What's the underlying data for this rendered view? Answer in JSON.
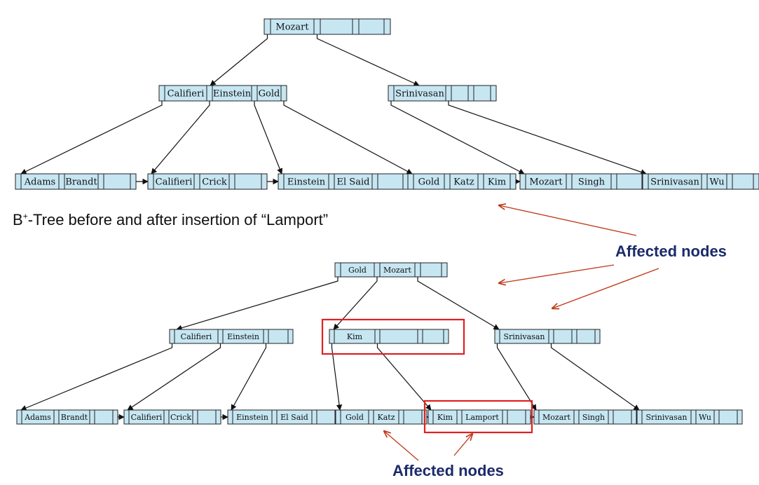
{
  "caption": {
    "prefix": "B",
    "sup": "+",
    "suffix": "-Tree before and after insertion of “Lamport”"
  },
  "affected_labels": [
    "Affected nodes",
    "Affected nodes"
  ],
  "colors": {
    "node_fill": "#c6e6f2",
    "node_stroke": "#222222",
    "edge": "#111111",
    "highlight": "#e02020",
    "annotation_arrow": "#c0391a",
    "annotation_text": "#1b2a6b"
  },
  "trees": [
    {
      "name": "before",
      "nodes": [
        {
          "id": "b-root",
          "keys": [
            "Mozart"
          ]
        },
        {
          "id": "b-int1",
          "keys": [
            "Califieri",
            "Einstein",
            "Gold"
          ]
        },
        {
          "id": "b-int2",
          "keys": [
            "Srinivasan"
          ]
        },
        {
          "id": "b-leaf1",
          "keys": [
            "Adams",
            "Brandt"
          ]
        },
        {
          "id": "b-leaf2",
          "keys": [
            "Califieri",
            "Crick"
          ]
        },
        {
          "id": "b-leaf3",
          "keys": [
            "Einstein",
            "El Said"
          ]
        },
        {
          "id": "b-leaf4",
          "keys": [
            "Gold",
            "Katz",
            "Kim"
          ]
        },
        {
          "id": "b-leaf5",
          "keys": [
            "Mozart",
            "Singh"
          ]
        },
        {
          "id": "b-leaf6",
          "keys": [
            "Srinivasan",
            "Wu"
          ]
        }
      ]
    },
    {
      "name": "after",
      "nodes": [
        {
          "id": "a-root",
          "keys": [
            "Gold",
            "Mozart"
          ]
        },
        {
          "id": "a-int1",
          "keys": [
            "Califieri",
            "Einstein"
          ]
        },
        {
          "id": "a-int2",
          "keys": [
            "Kim"
          ]
        },
        {
          "id": "a-int3",
          "keys": [
            "Srinivasan"
          ]
        },
        {
          "id": "a-leaf1",
          "keys": [
            "Adams",
            "Brandt"
          ]
        },
        {
          "id": "a-leaf2",
          "keys": [
            "Califieri",
            "Crick"
          ]
        },
        {
          "id": "a-leaf3",
          "keys": [
            "Einstein",
            "El Said"
          ]
        },
        {
          "id": "a-leaf4",
          "keys": [
            "Gold",
            "Katz"
          ]
        },
        {
          "id": "a-leaf5",
          "keys": [
            "Kim",
            "Lamport"
          ]
        },
        {
          "id": "a-leaf6",
          "keys": [
            "Mozart",
            "Singh"
          ]
        },
        {
          "id": "a-leaf7",
          "keys": [
            "Srinivasan",
            "Wu"
          ]
        }
      ]
    }
  ]
}
